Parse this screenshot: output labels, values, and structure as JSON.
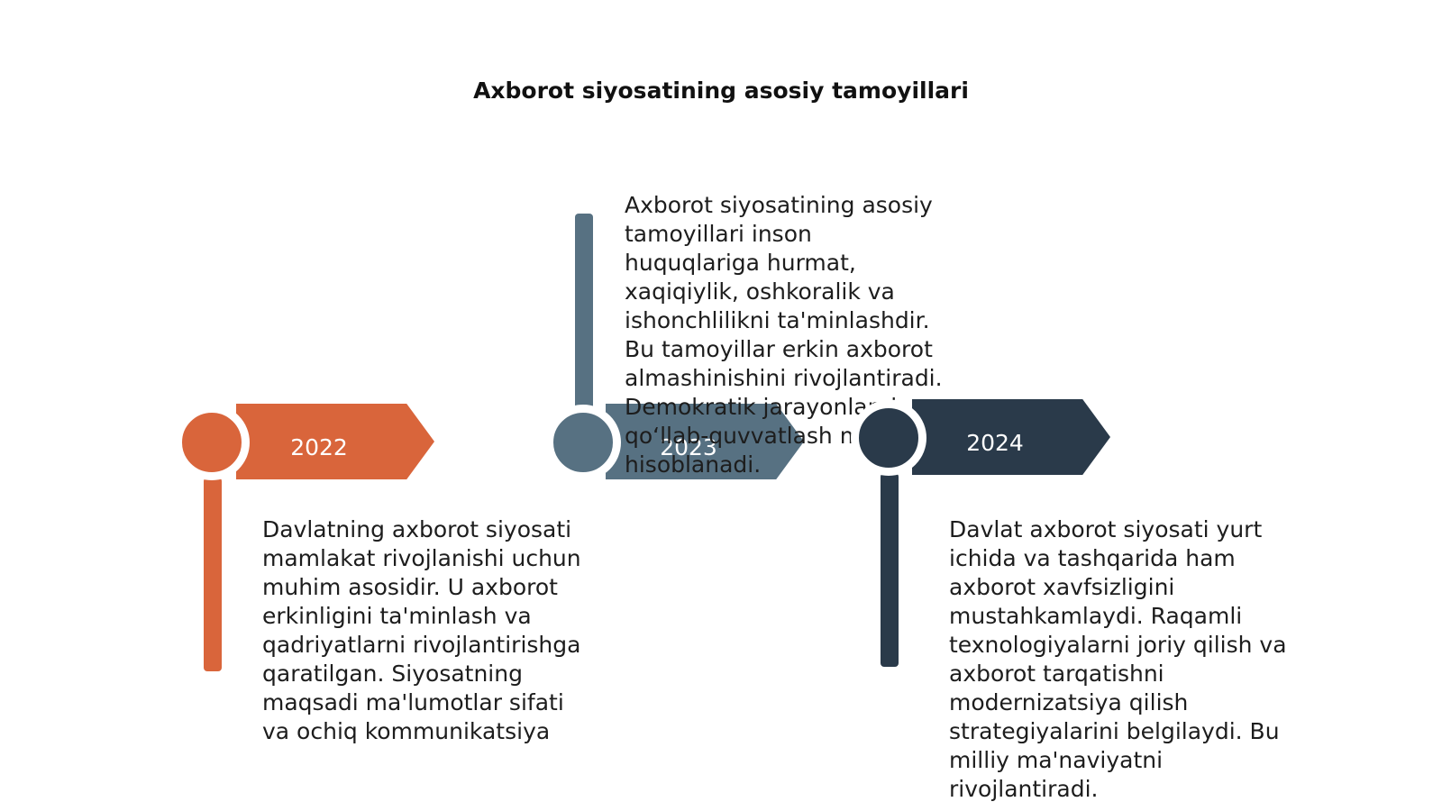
{
  "title": "Axborot siyosatining asosiy tamoyillari",
  "colors": {
    "item1": "#d9653b",
    "item2": "#577182",
    "item3": "#2a3a4a"
  },
  "timeline": [
    {
      "year": "2022",
      "text": "Davlatning axborot siyosati mamlakat rivojlanishi uchun muhim asosidir. U axborot erkinligini ta'minlash va qadriyatlarni rivojlantirishga qaratilgan. Siyosatning maqsadi ma'lumotlar sifati va ochiq kommunikatsiya"
    },
    {
      "year": "2023",
      "text": "Axborot siyosatining asosiy tamoyillari inson huquqlariga hurmat, xaqiqiylik, oshkoralik va ishonchlilikni ta'minlashdir. Bu tamoyillar erkin axborot almashinishini rivojlantiradi. Demokratik jarayonlarni qo‘llab-quvvatlash muhim hisoblanadi."
    },
    {
      "year": "2024",
      "text": "Davlat axborot siyosati yurt ichida va tashqarida ham axborot xavfsizligini mustahkamlaydi. Raqamli texnologiyalarni joriy qilish va axborot tarqatishni modernizatsiya qilish strategiyalarini belgilaydi. Bu milliy ma'naviyatni rivojlantiradi."
    }
  ]
}
